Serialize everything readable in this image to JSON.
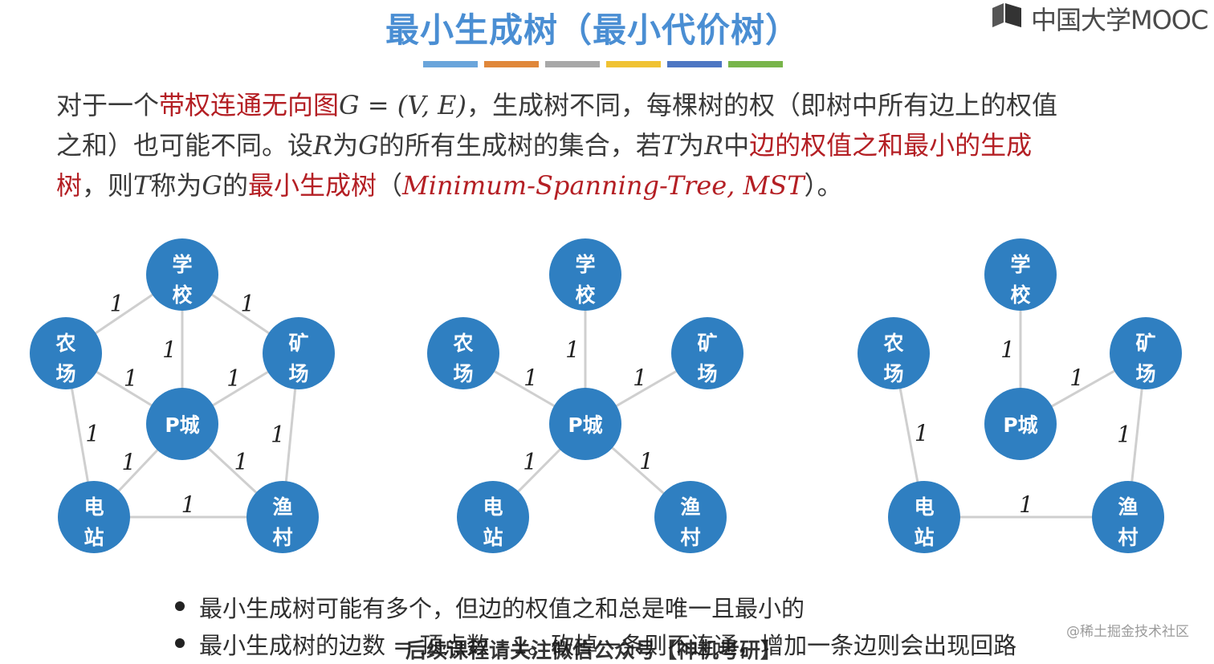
{
  "title": "最小生成树（最小代价树）",
  "logo_text": "中国大学MOOC",
  "accent_bars": [
    "#6aa5db",
    "#e0873a",
    "#a8a8a8",
    "#f0c232",
    "#4d76c3",
    "#78b54a"
  ],
  "colors": {
    "node": "#2f7fc1",
    "edge": "#cfcfcf",
    "red": "#b41f24"
  },
  "paragraph": {
    "line1": [
      {
        "t": "对于一个",
        "s": "n"
      },
      {
        "t": "带权连通无向图",
        "s": "r"
      },
      {
        "t": "G = (V, E)",
        "s": "m"
      },
      {
        "t": "，生成树不同，每棵树的权（即树中所有边上的权值",
        "s": "n"
      }
    ],
    "line2": [
      {
        "t": "之和）也可能不同。设",
        "s": "n"
      },
      {
        "t": "R",
        "s": "m"
      },
      {
        "t": "为",
        "s": "n"
      },
      {
        "t": "G",
        "s": "m"
      },
      {
        "t": "的所有生成树的集合，若",
        "s": "n"
      },
      {
        "t": "T",
        "s": "m"
      },
      {
        "t": "为",
        "s": "n"
      },
      {
        "t": "R",
        "s": "m"
      },
      {
        "t": "中",
        "s": "n"
      },
      {
        "t": "边的权值之和最小的生成",
        "s": "r"
      }
    ],
    "line3": [
      {
        "t": "树",
        "s": "r"
      },
      {
        "t": "，则",
        "s": "n"
      },
      {
        "t": "T",
        "s": "m"
      },
      {
        "t": "称为",
        "s": "n"
      },
      {
        "t": "G",
        "s": "m"
      },
      {
        "t": "的",
        "s": "n"
      },
      {
        "t": "最小生成树",
        "s": "r"
      },
      {
        "t": "（",
        "s": "n"
      },
      {
        "t": "Minimum-Spanning-Tree, MST",
        "s": "mr"
      },
      {
        "t": "）。",
        "s": "n"
      }
    ]
  },
  "graph": {
    "nodes": [
      {
        "id": "school",
        "l1": "学",
        "l2": "校"
      },
      {
        "id": "farm",
        "l1": "农",
        "l2": "场"
      },
      {
        "id": "mine",
        "l1": "矿",
        "l2": "场"
      },
      {
        "id": "city",
        "l1": "P城",
        "l2": ""
      },
      {
        "id": "power",
        "l1": "电",
        "l2": "站"
      },
      {
        "id": "fish",
        "l1": "渔",
        "l2": "村"
      }
    ],
    "weight": "1",
    "original_edges": [
      [
        "school",
        "farm"
      ],
      [
        "school",
        "mine"
      ],
      [
        "school",
        "city"
      ],
      [
        "farm",
        "city"
      ],
      [
        "mine",
        "city"
      ],
      [
        "farm",
        "power"
      ],
      [
        "mine",
        "fish"
      ],
      [
        "city",
        "power"
      ],
      [
        "city",
        "fish"
      ],
      [
        "power",
        "fish"
      ]
    ],
    "tree1_edges": [
      [
        "school",
        "city"
      ],
      [
        "farm",
        "city"
      ],
      [
        "mine",
        "city"
      ],
      [
        "city",
        "power"
      ],
      [
        "city",
        "fish"
      ]
    ],
    "tree2_edges": [
      [
        "school",
        "city"
      ],
      [
        "mine",
        "city"
      ],
      [
        "farm",
        "power"
      ],
      [
        "mine",
        "fish"
      ],
      [
        "power",
        "fish"
      ]
    ]
  },
  "bullets": [
    "最小生成树可能有多个，但边的权值之和总是唯一且最小的",
    "最小生成树的边数 = 顶点数 - 1。砍掉一条则不连通，增加一条边则会出现回路"
  ],
  "overlay_text": "后续课程请关注微信公众号【神机考研】",
  "watermark": "@稀土掘金技术社区"
}
